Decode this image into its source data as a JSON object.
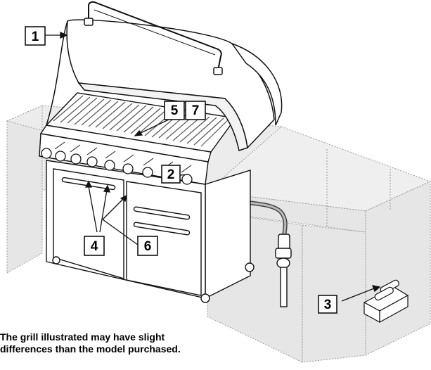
{
  "callouts": [
    {
      "id": "c1",
      "label": "1"
    },
    {
      "id": "c2",
      "label": "2"
    },
    {
      "id": "c3",
      "label": "3"
    },
    {
      "id": "c4",
      "label": "4"
    },
    {
      "id": "c5",
      "label": "5"
    },
    {
      "id": "c6",
      "label": "6"
    },
    {
      "id": "c7",
      "label": "7"
    }
  ],
  "caption": {
    "line1": "The grill illustrated may have slight",
    "line2": "differences than the model purchased."
  },
  "colors": {
    "enclosure_fill": "#e6e6e6",
    "enclosure_stroke": "#9a9a9a",
    "line": "#111111",
    "callout_fill": "#ffffff"
  }
}
